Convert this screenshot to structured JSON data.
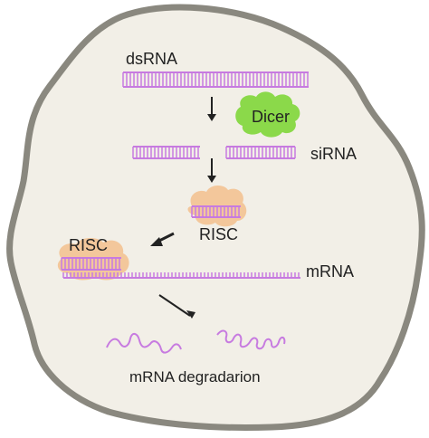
{
  "diagram": {
    "labels": {
      "dsrna": "dsRNA",
      "dicer": "Dicer",
      "sirna": "siRNA",
      "risc_upper": "RISC",
      "risc_lower": "RISC",
      "mrna": "mRNA",
      "degradation": "mRNA degradarion"
    },
    "colors": {
      "cell_fill": "#f2efe7",
      "cell_outline": "#8a887f",
      "rna_strand": "#c77be0",
      "dicer_fill": "#8bd94a",
      "risc_fill": "#f3c79b",
      "arrow": "#222222"
    }
  }
}
